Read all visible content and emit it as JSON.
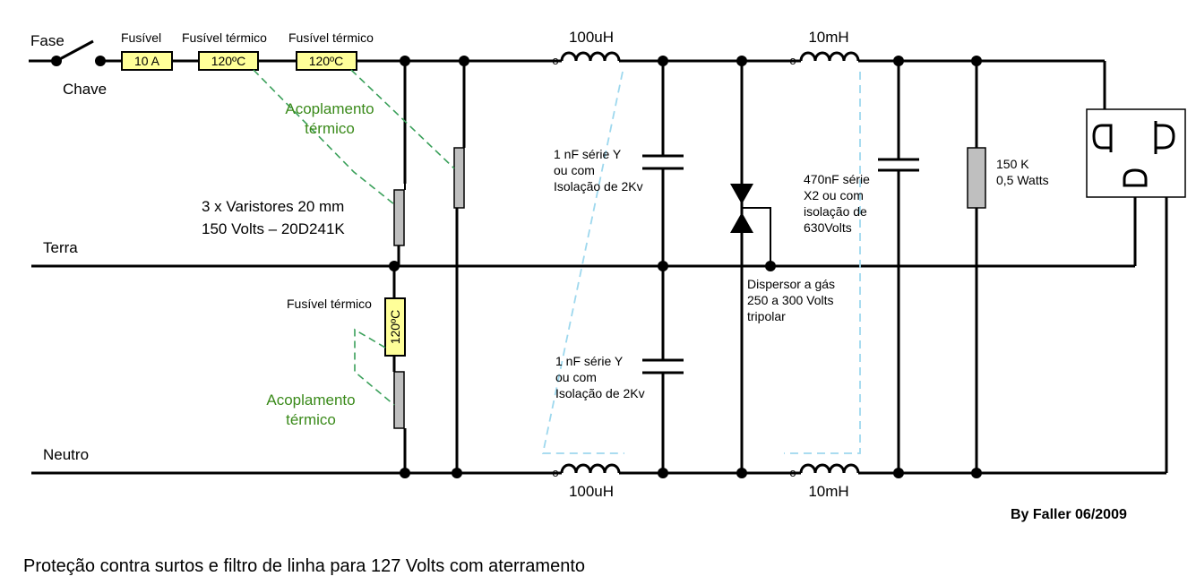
{
  "labels": {
    "fase": "Fase",
    "chave": "Chave",
    "fusivel": "Fusível",
    "fusivel_termico_1": "Fusível térmico",
    "fusivel_termico_2": "Fusível térmico",
    "fuse_10a": "10 A",
    "fuse_120_1": "120ºC",
    "fuse_120_2": "120ºC",
    "acoplamento_top_1": "Acoplamento",
    "acoplamento_top_2": "térmico",
    "varistores_1": "3 x Varistores 20 mm",
    "varistores_2": "150 Volts – 20D241K",
    "terra": "Terra",
    "fusivel_termico_3": "Fusível térmico",
    "fuse_120_3": "120ºC",
    "acoplamento_bot_1": "Acoplamento",
    "acoplamento_bot_2": "térmico",
    "neutro": "Neutro",
    "ind_100uh_top": "100uH",
    "ind_10mh_top": "10mH",
    "ind_100uh_bot": "100uH",
    "ind_10mh_bot": "10mH",
    "coil_mark_1": "o",
    "coil_mark_2": "o",
    "coil_mark_3": "o",
    "coil_mark_4": "o",
    "cap_top_1": "1 nF série Y",
    "cap_top_2": "ou com",
    "cap_top_3": "Isolação de 2Kv",
    "cap_bot_1": "1 nF série Y",
    "cap_bot_2": "ou com",
    "cap_bot_3": "Isolação de 2Kv",
    "gas_1": "Dispersor a gás",
    "gas_2": "250 a 300 Volts",
    "gas_3": "tripolar",
    "x2_1": "470nF série",
    "x2_2": "X2 ou com",
    "x2_3": "isolação de",
    "x2_4": "630Volts",
    "res_1": "150 K",
    "res_2": "0,5 Watts",
    "author": "By Faller 06/2009",
    "caption": "Proteção contra surtos e filtro de linha para 127 Volts com aterramento"
  }
}
